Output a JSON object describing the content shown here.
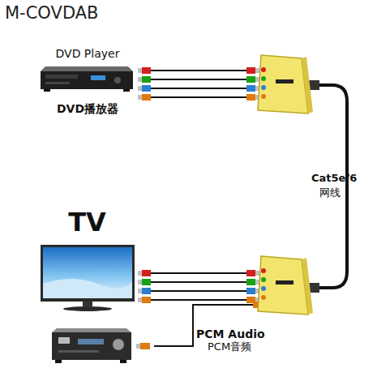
{
  "diagram": {
    "title": "M-COVDAB",
    "nodes": [
      {
        "text": [
          "DVD Player",
          "DVD播放器"
        ]
      },
      {
        "text": [
          "TV"
        ]
      }
    ],
    "labels": [
      "Cat5e/6",
      "网线",
      "PCM Audio",
      "PCM音频"
    ]
  }
}
